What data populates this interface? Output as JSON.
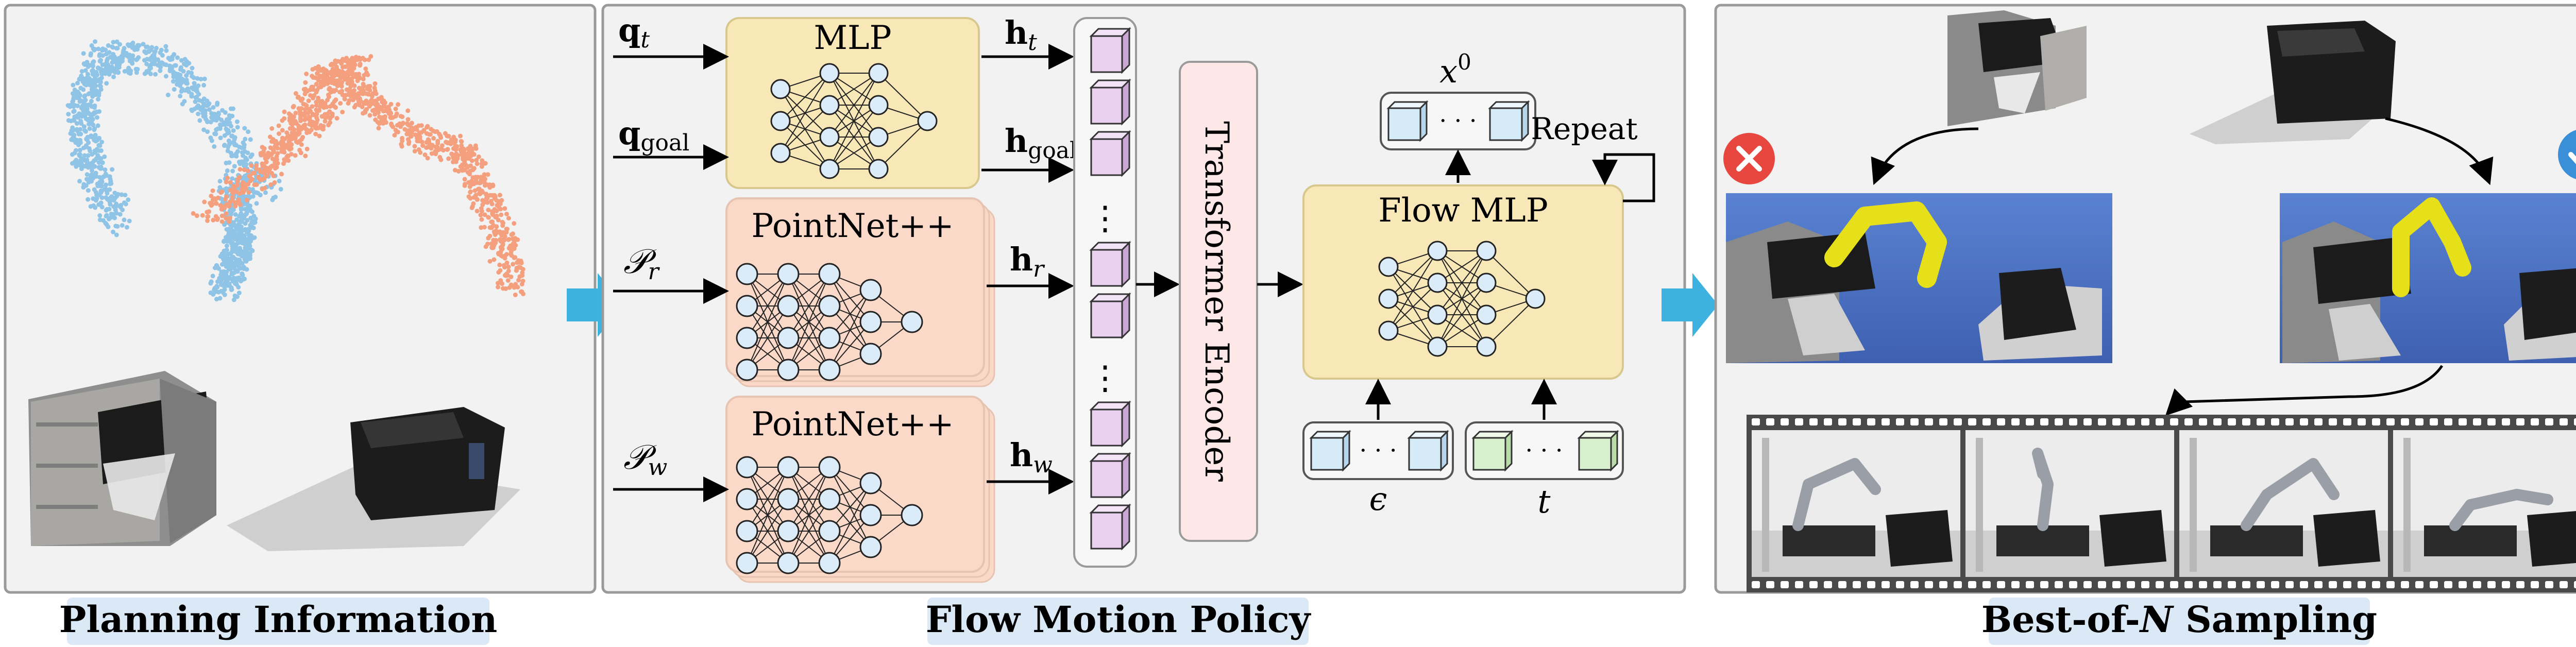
{
  "panels": {
    "left": {
      "caption": "Planning Information"
    },
    "middle": {
      "caption": "Flow Motion Policy",
      "mlp_label": "MLP",
      "pointnet_label_r": "PointNet++",
      "pointnet_label_w": "PointNet++",
      "transformer_label": "Transformer Encoder",
      "flow_mlp_label": "Flow MLP",
      "repeat_label": "Repeat",
      "inputs": {
        "q_t": "q",
        "q_t_sub": "t",
        "q_goal": "q",
        "q_goal_sub": "goal",
        "p_r": "𝒫",
        "p_r_sub": "r",
        "p_w": "𝒫",
        "p_w_sub": "w"
      },
      "outputs": {
        "h_t": "h",
        "h_t_sub": "t",
        "h_goal": "h",
        "h_goal_sub": "goal",
        "h_r": "h",
        "h_r_sub": "r",
        "h_w": "h",
        "h_w_sub": "w"
      },
      "x0_label": "x",
      "x0_sup": "0",
      "epsilon_label": "ϵ",
      "t_label": "t",
      "dots": "· · ·",
      "vdots": "⋮"
    },
    "right": {
      "caption_prefix": "Best-of-",
      "caption_n": "N",
      "caption_suffix": " Sampling",
      "reject_icon": "close-icon",
      "accept_icon": "check-icon"
    }
  },
  "colors": {
    "panel_bg": "#f2f2f2",
    "panel_border": "#9a9a9a",
    "caption_bg": "#dbe8f5",
    "mlp_fill": "#f8e8b8",
    "pointnet_fill": "#fbd9c8",
    "transformer_fill": "#fde7e7",
    "token_fill": "#ead1f0",
    "cube_blue": "#d6ebf8",
    "cube_green": "#d9f0cf",
    "node_fill": "#dcebf8",
    "arrow_blue": "#3db1df",
    "reject_red": "#e8473f",
    "accept_blue": "#3a8fd8",
    "cloud_blue": "#8fc4e6",
    "cloud_orange": "#f4a07f",
    "robot_yellow": "#e6e01a",
    "sim_bg": "#4a6fc0"
  }
}
